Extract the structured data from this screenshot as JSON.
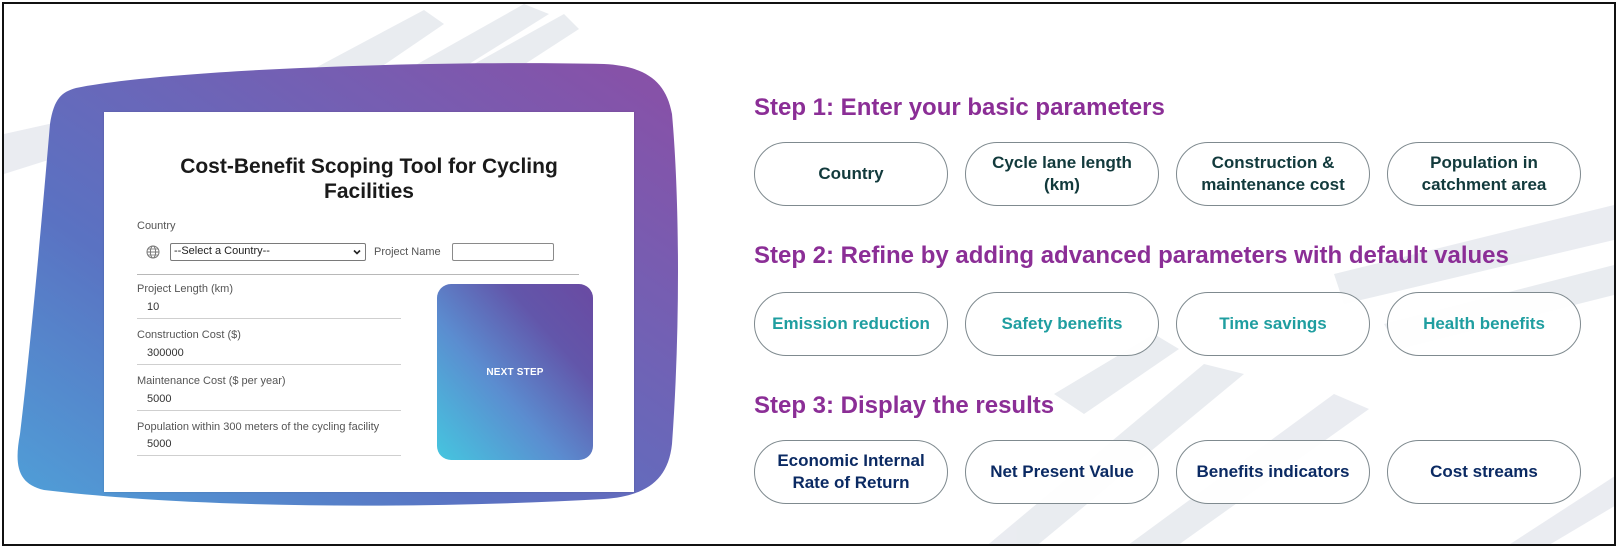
{
  "app": {
    "title": "Cost-Benefit Scoping Tool for Cycling Facilities",
    "country_label": "Country",
    "country_select_value": "--Select a Country--",
    "project_name_label": "Project Name",
    "fields": [
      {
        "label": "Project Length (km)",
        "value": "10"
      },
      {
        "label": "Construction Cost ($)",
        "value": "300000"
      },
      {
        "label": "Maintenance Cost ($ per year)",
        "value": "5000"
      },
      {
        "label": "Population within 300 meters of the cycling facility",
        "value": "5000"
      }
    ],
    "next_button": "NEXT STEP"
  },
  "steps": [
    {
      "title": "Step 1: Enter your basic parameters",
      "items": [
        "Country",
        "Cycle lane length (km)",
        "Construction & maintenance cost",
        "Population in catchment area"
      ]
    },
    {
      "title": "Step 2: Refine by adding advanced parameters with default values",
      "items": [
        "Emission reduction",
        "Safety benefits",
        "Time savings",
        "Health benefits"
      ]
    },
    {
      "title": "Step 3: Display the results",
      "items": [
        "Economic Internal Rate of Return",
        "Net Present Value",
        "Benefits indicators",
        "Cost streams"
      ]
    }
  ],
  "colors": {
    "step_title": "#8b2e96",
    "step1_text": "#123a3c",
    "step2_text": "#1f9ea0",
    "step3_text": "#0b2a63",
    "blob_start": "#5a72c2",
    "blob_end": "#8a4fa6"
  }
}
